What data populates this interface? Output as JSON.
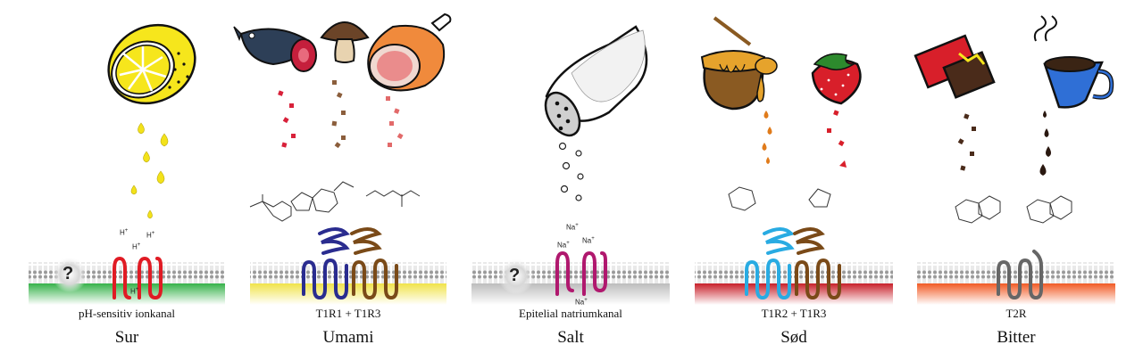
{
  "panels": [
    {
      "id": "sur",
      "taste": "Sur",
      "receptor": "pH-sensitiv ionkanal",
      "ion_symbol": "H",
      "ion_charge": "+",
      "band_color": "#36b24a",
      "icons": [
        "lemon-icon"
      ]
    },
    {
      "id": "umami",
      "taste": "Umami",
      "receptor": "T1R1 + T1R3",
      "band_color": "#f0e34a",
      "icons": [
        "fish-icon",
        "mushroom-icon",
        "ham-icon"
      ]
    },
    {
      "id": "salt",
      "taste": "Salt",
      "receptor": "Epitelial natriumkanal",
      "ion_symbol": "Na",
      "ion_charge": "+",
      "band_color": "#bdbdbd",
      "icons": [
        "salt-shaker-icon"
      ]
    },
    {
      "id": "sod",
      "taste": "Sød",
      "receptor": "T1R2 + T1R3",
      "band_color": "#c8202a",
      "icons": [
        "honey-pot-icon",
        "strawberry-icon"
      ]
    },
    {
      "id": "bitter",
      "taste": "Bitter",
      "receptor": "T2R",
      "band_color": "#f15a24",
      "icons": [
        "chocolate-icon",
        "coffee-mug-icon"
      ]
    }
  ],
  "unknown_mark": "?",
  "colors": {
    "lemon": "#f6e61c",
    "umami_drop": "#d8213a",
    "mushroom": "#8b5e3c",
    "honey": "#e07b1b",
    "strawberry": "#d81f2a",
    "chocolate": "#4a2b1a",
    "coffee_mug": "#2f6fd6",
    "channel_red": "#e01b24",
    "channel_magenta": "#b0186e",
    "gpcr_blue": "#2a2c8f",
    "gpcr_brown": "#7a4a18",
    "gpcr_cyan": "#29abe2",
    "gpcr_gray": "#666666"
  }
}
